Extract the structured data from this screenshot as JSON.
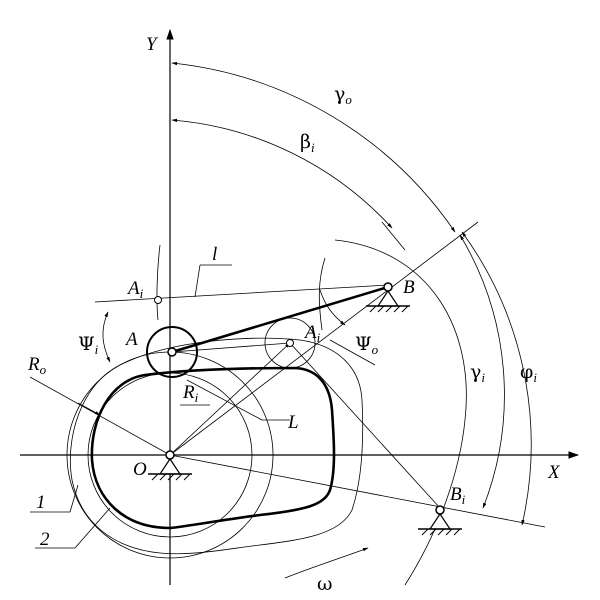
{
  "labels": {
    "y_axis": "Y",
    "x_axis": "X",
    "origin": "O",
    "point_a": "A",
    "point_b": "B",
    "point_ai": "A",
    "point_ai_sub": "i",
    "point_ai2": "A",
    "point_ai2_sub": "i",
    "point_bi": "B",
    "point_bi_sub": "i",
    "gamma_o": "γ",
    "gamma_o_sub": "o",
    "beta_i": "β",
    "beta_i_sub": "i",
    "gamma_i": "γ",
    "gamma_i_sub": "i",
    "phi_i": "φ",
    "phi_i_sub": "i",
    "psi_i": "Ψ",
    "psi_i_sub": "i",
    "psi_o": "Ψ",
    "psi_o_sub": "o",
    "r_o": "R",
    "r_o_sub": "o",
    "r_i": "R",
    "r_i_sub": "i",
    "length_l": "l",
    "length_big_l": "L",
    "part_1": "1",
    "part_2": "2",
    "omega": "ω"
  }
}
